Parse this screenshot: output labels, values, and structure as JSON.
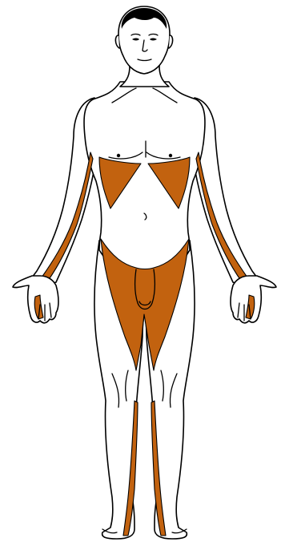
{
  "figure": {
    "view": "front",
    "highlight_color": "#C2620F",
    "outline_color": "#000000",
    "background_color": "#FFFFFF",
    "highlighted_regions": [
      "left-arm-outer",
      "right-arm-outer",
      "left-lateral-chest",
      "right-lateral-chest",
      "groin-and-inner-thighs",
      "left-lower-leg-front",
      "right-lower-leg-front"
    ]
  }
}
